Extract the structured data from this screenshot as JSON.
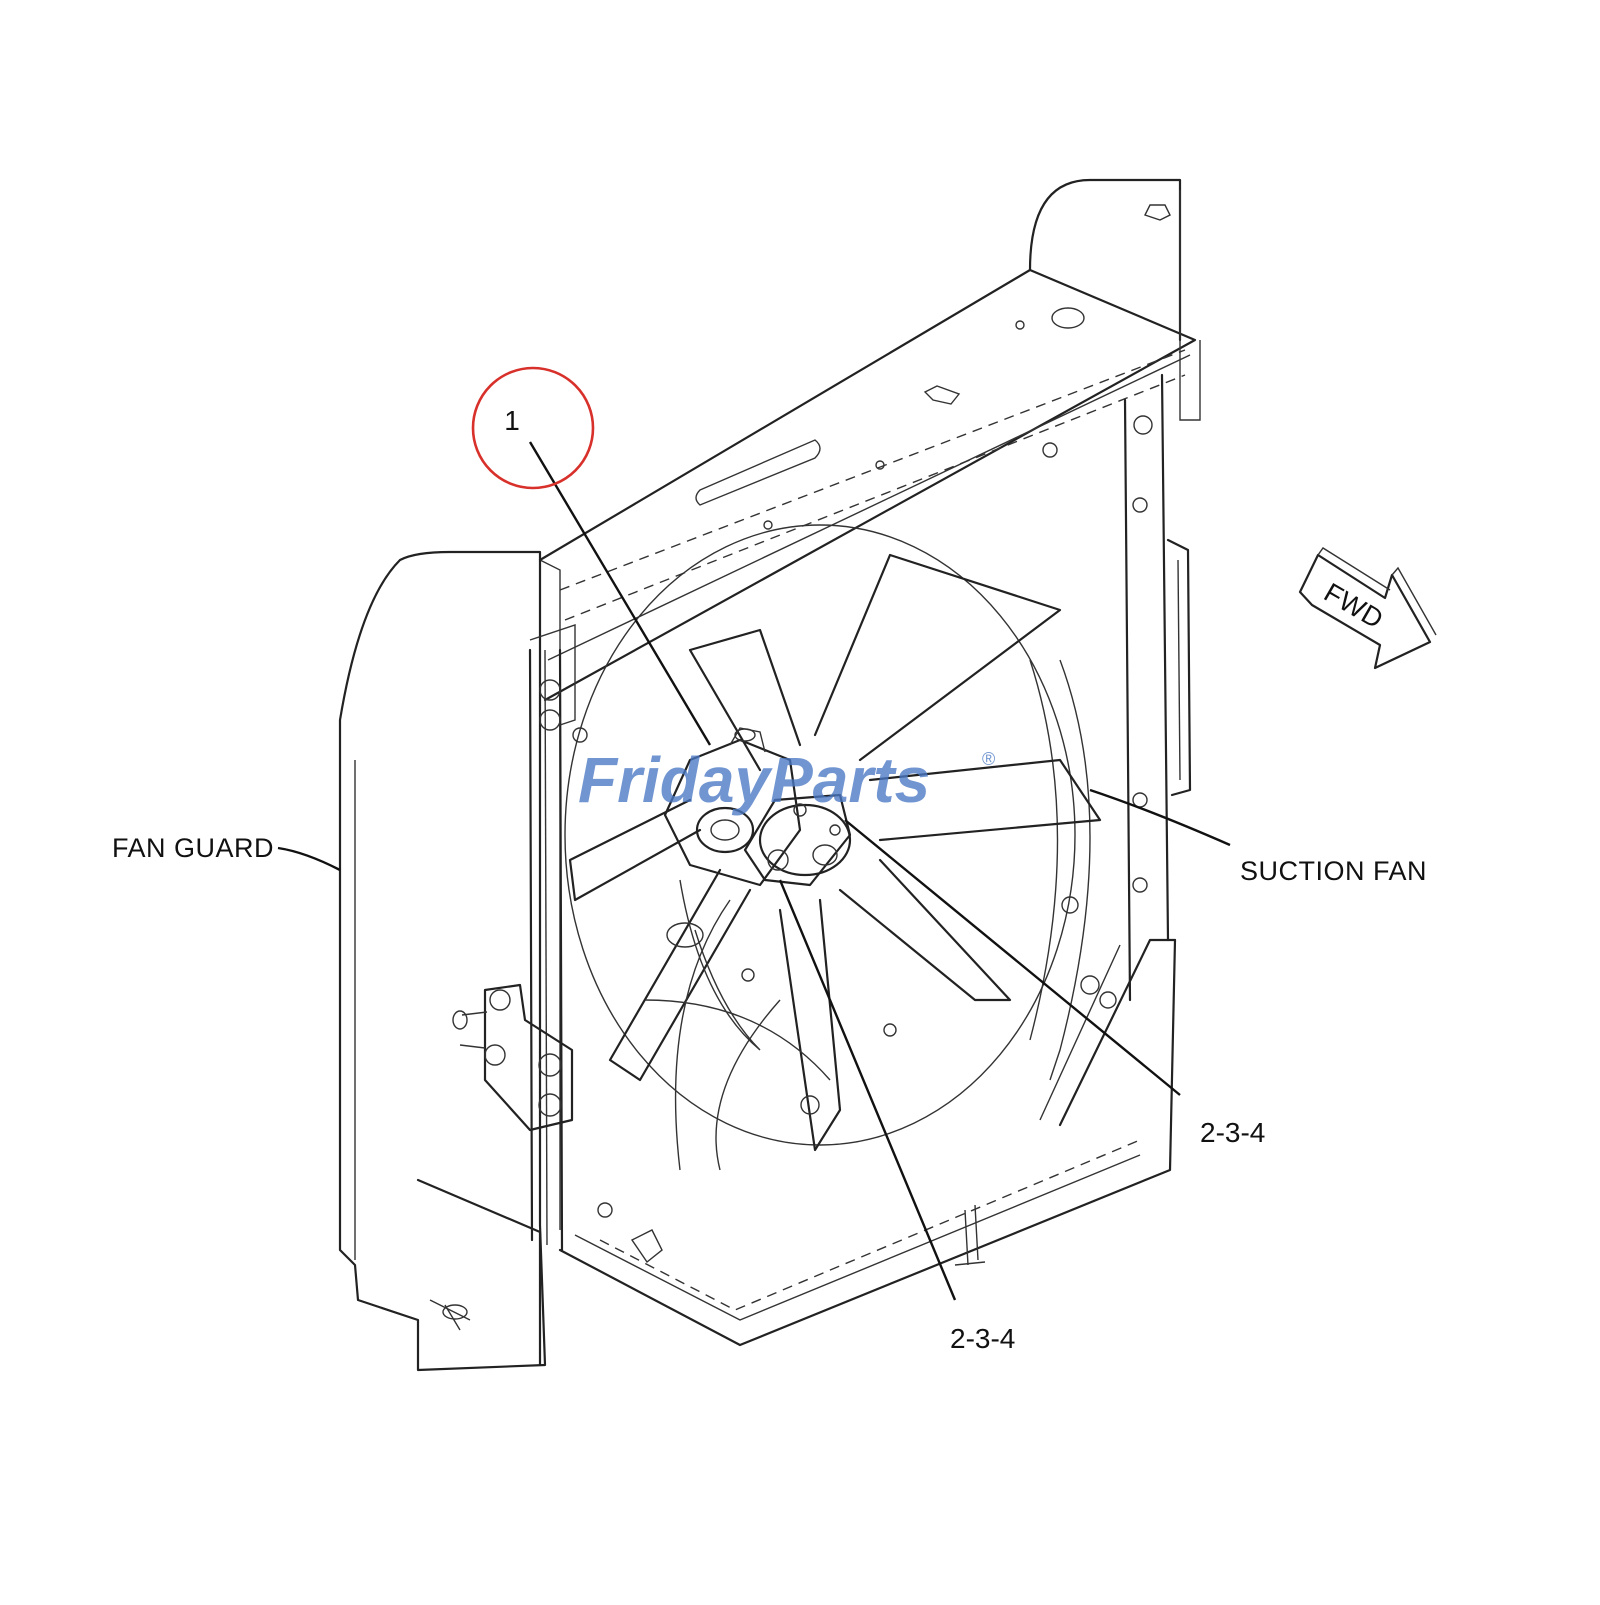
{
  "labels": {
    "fan_guard": "FAN GUARD",
    "suction_fan": "SUCTION FAN",
    "callout_1": "1",
    "callout_234_right": "2-3-4",
    "callout_234_bottom": "2-3-4",
    "fwd": "FWD"
  },
  "watermark": {
    "text": "FridayParts",
    "mark": "®"
  },
  "colors": {
    "highlight_circle": "#d8302a",
    "watermark_blue": "#4a78c4",
    "watermark_orange": "#f0a030",
    "line": "#222222"
  }
}
